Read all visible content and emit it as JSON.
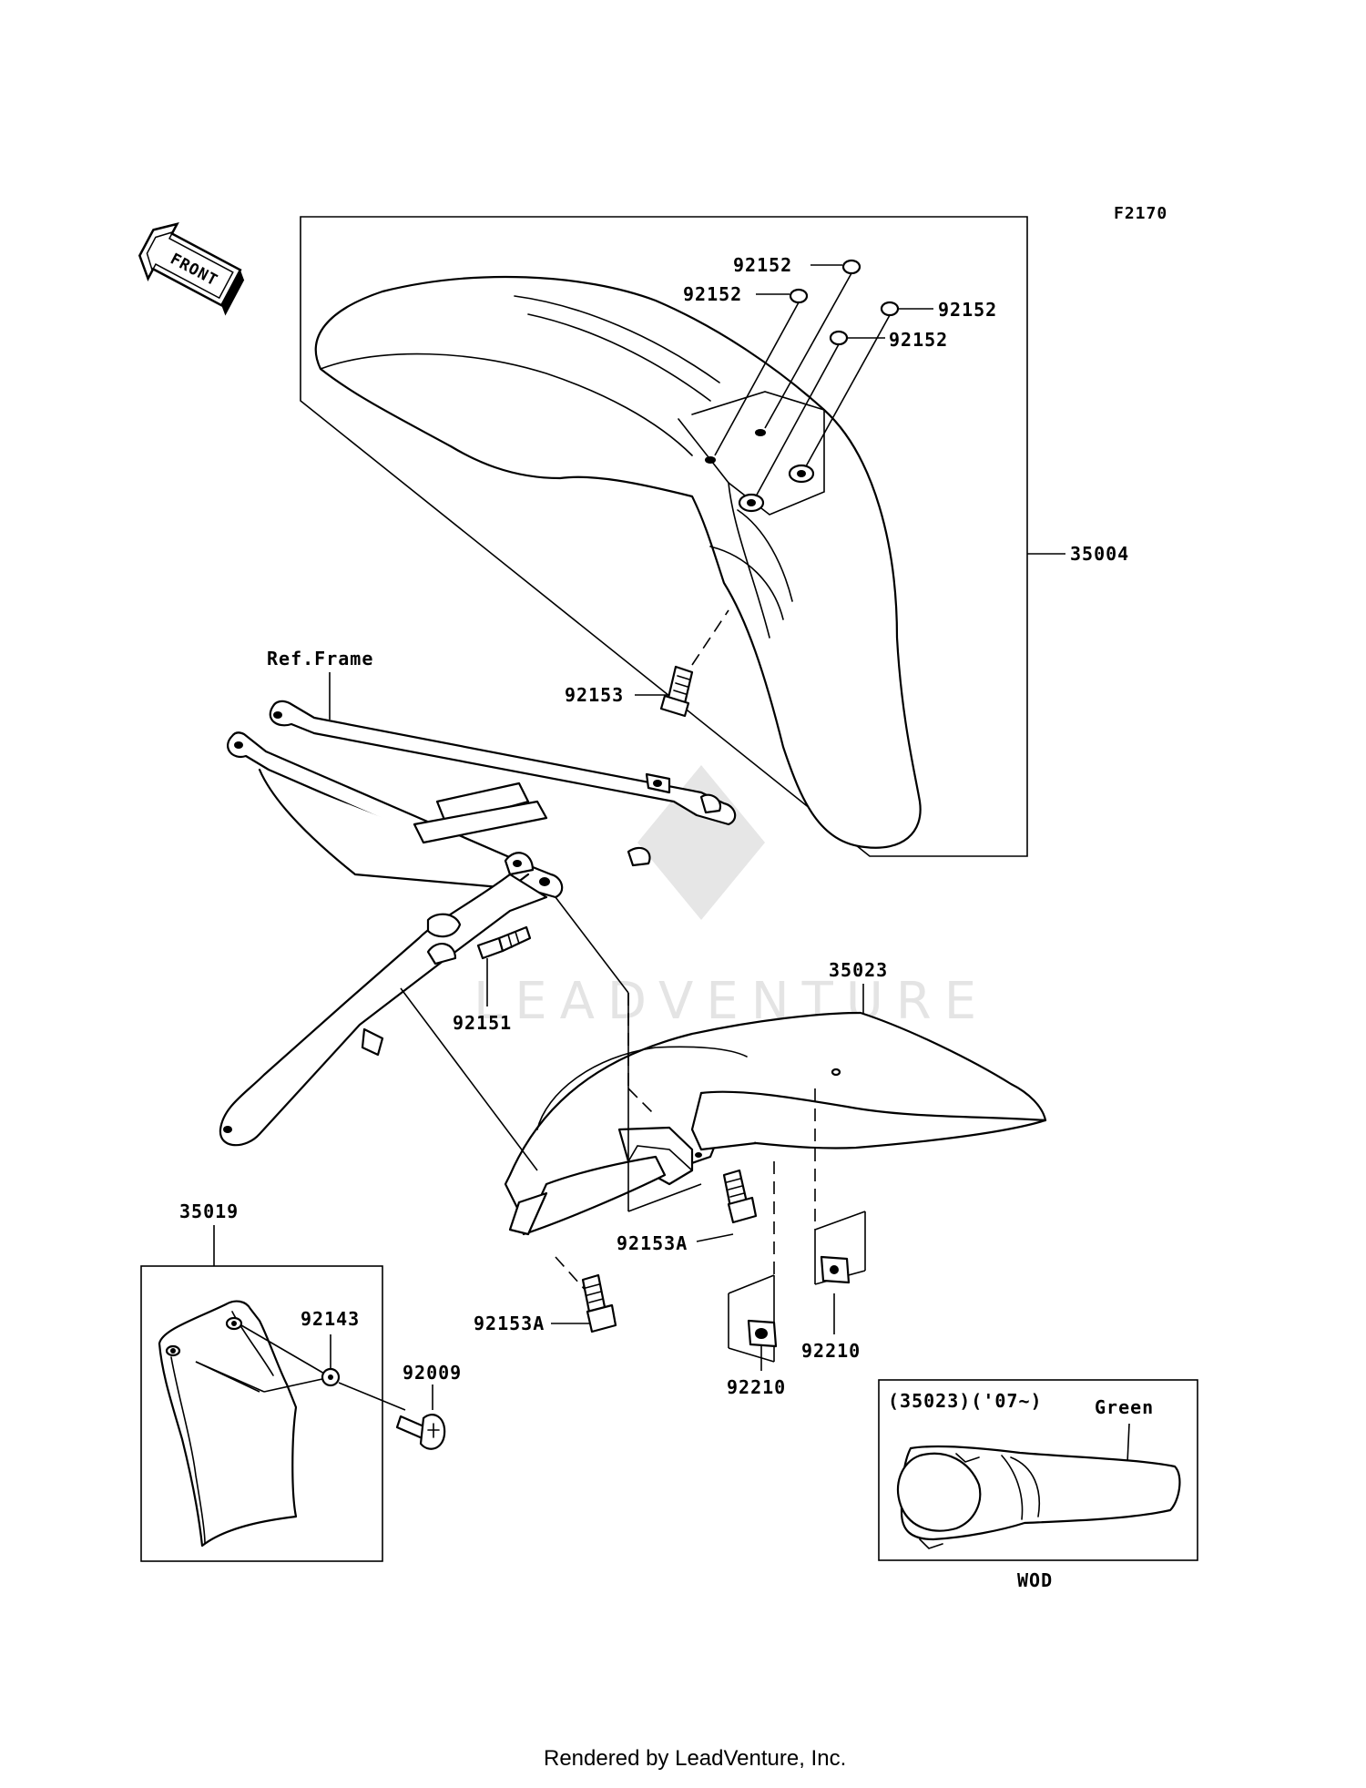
{
  "diagram_code": "F2170",
  "front_badge": "FRONT",
  "watermark_text": "LEADVENTURE",
  "labels": {
    "p92152_a": "92152",
    "p92152_b": "92152",
    "p92152_c": "92152",
    "p92152_d": "92152",
    "p35004": "35004",
    "p92153": "92153",
    "ref_frame": "Ref.Frame",
    "p92151": "92151",
    "p35023": "35023",
    "p92153A_a": "92153A",
    "p92153A_b": "92153A",
    "p92210_a": "92210",
    "p92210_b": "92210",
    "p35019": "35019",
    "p92143": "92143",
    "p92009": "92009"
  },
  "inset": {
    "title": "(35023)('07~)",
    "color_note": "Green",
    "caption": "WOD"
  },
  "footer": "Rendered by LeadVenture, Inc."
}
